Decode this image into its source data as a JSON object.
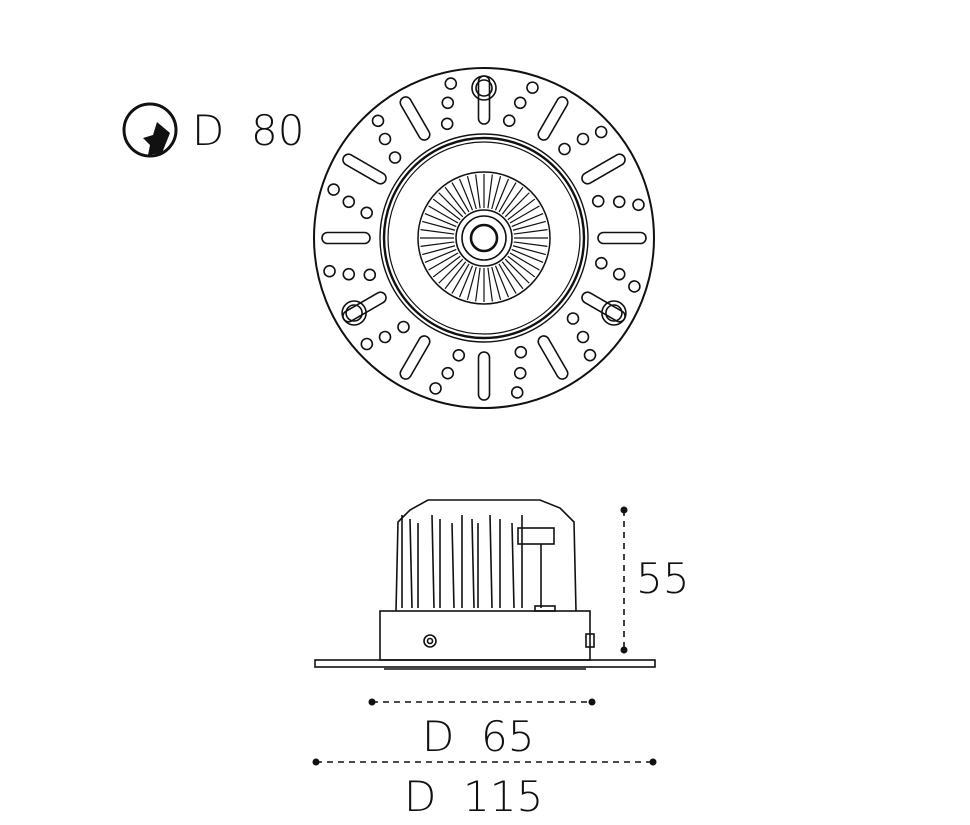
{
  "title_dimension": {
    "icon": "cutout-diameter-icon",
    "label": "D  80"
  },
  "height_dimension": {
    "label": "55"
  },
  "body_diameter": {
    "label": "D  65"
  },
  "flange_diameter": {
    "label": "D  115"
  },
  "colors": {
    "line": "#111111",
    "background": "#ffffff"
  }
}
